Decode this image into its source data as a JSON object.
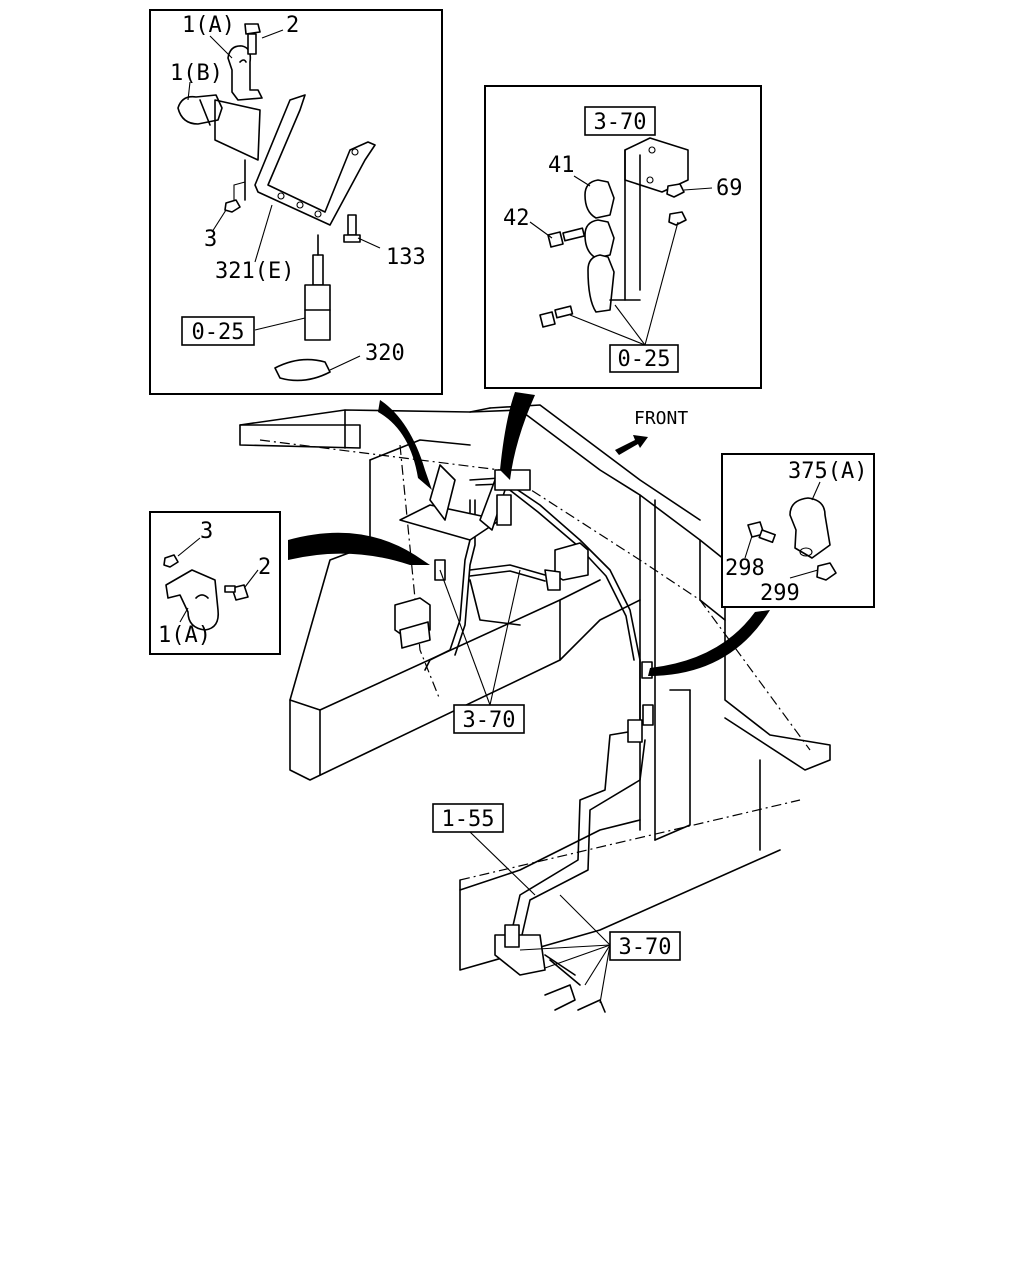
{
  "diagram": {
    "front_label": "FRONT",
    "refs": {
      "r_0_25_a": "0-25",
      "r_3_70_a": "3-70",
      "r_0_25_b": "0-25",
      "r_3_70_main": "3-70",
      "r_1_55": "1-55",
      "r_3_70_bottom": "3-70"
    },
    "panel_top_left": {
      "p1a": "1(A)",
      "p2": "2",
      "p1b": "1(B)",
      "p3": "3",
      "p321e": "321(E)",
      "p133": "133",
      "p320": "320"
    },
    "panel_top_right": {
      "p41": "41",
      "p69": "69",
      "p42": "42"
    },
    "panel_mid_left": {
      "p3": "3",
      "p2": "2",
      "p1a": "1(A)"
    },
    "panel_mid_right": {
      "p375a": "375(A)",
      "p298": "298",
      "p299": "299"
    }
  }
}
